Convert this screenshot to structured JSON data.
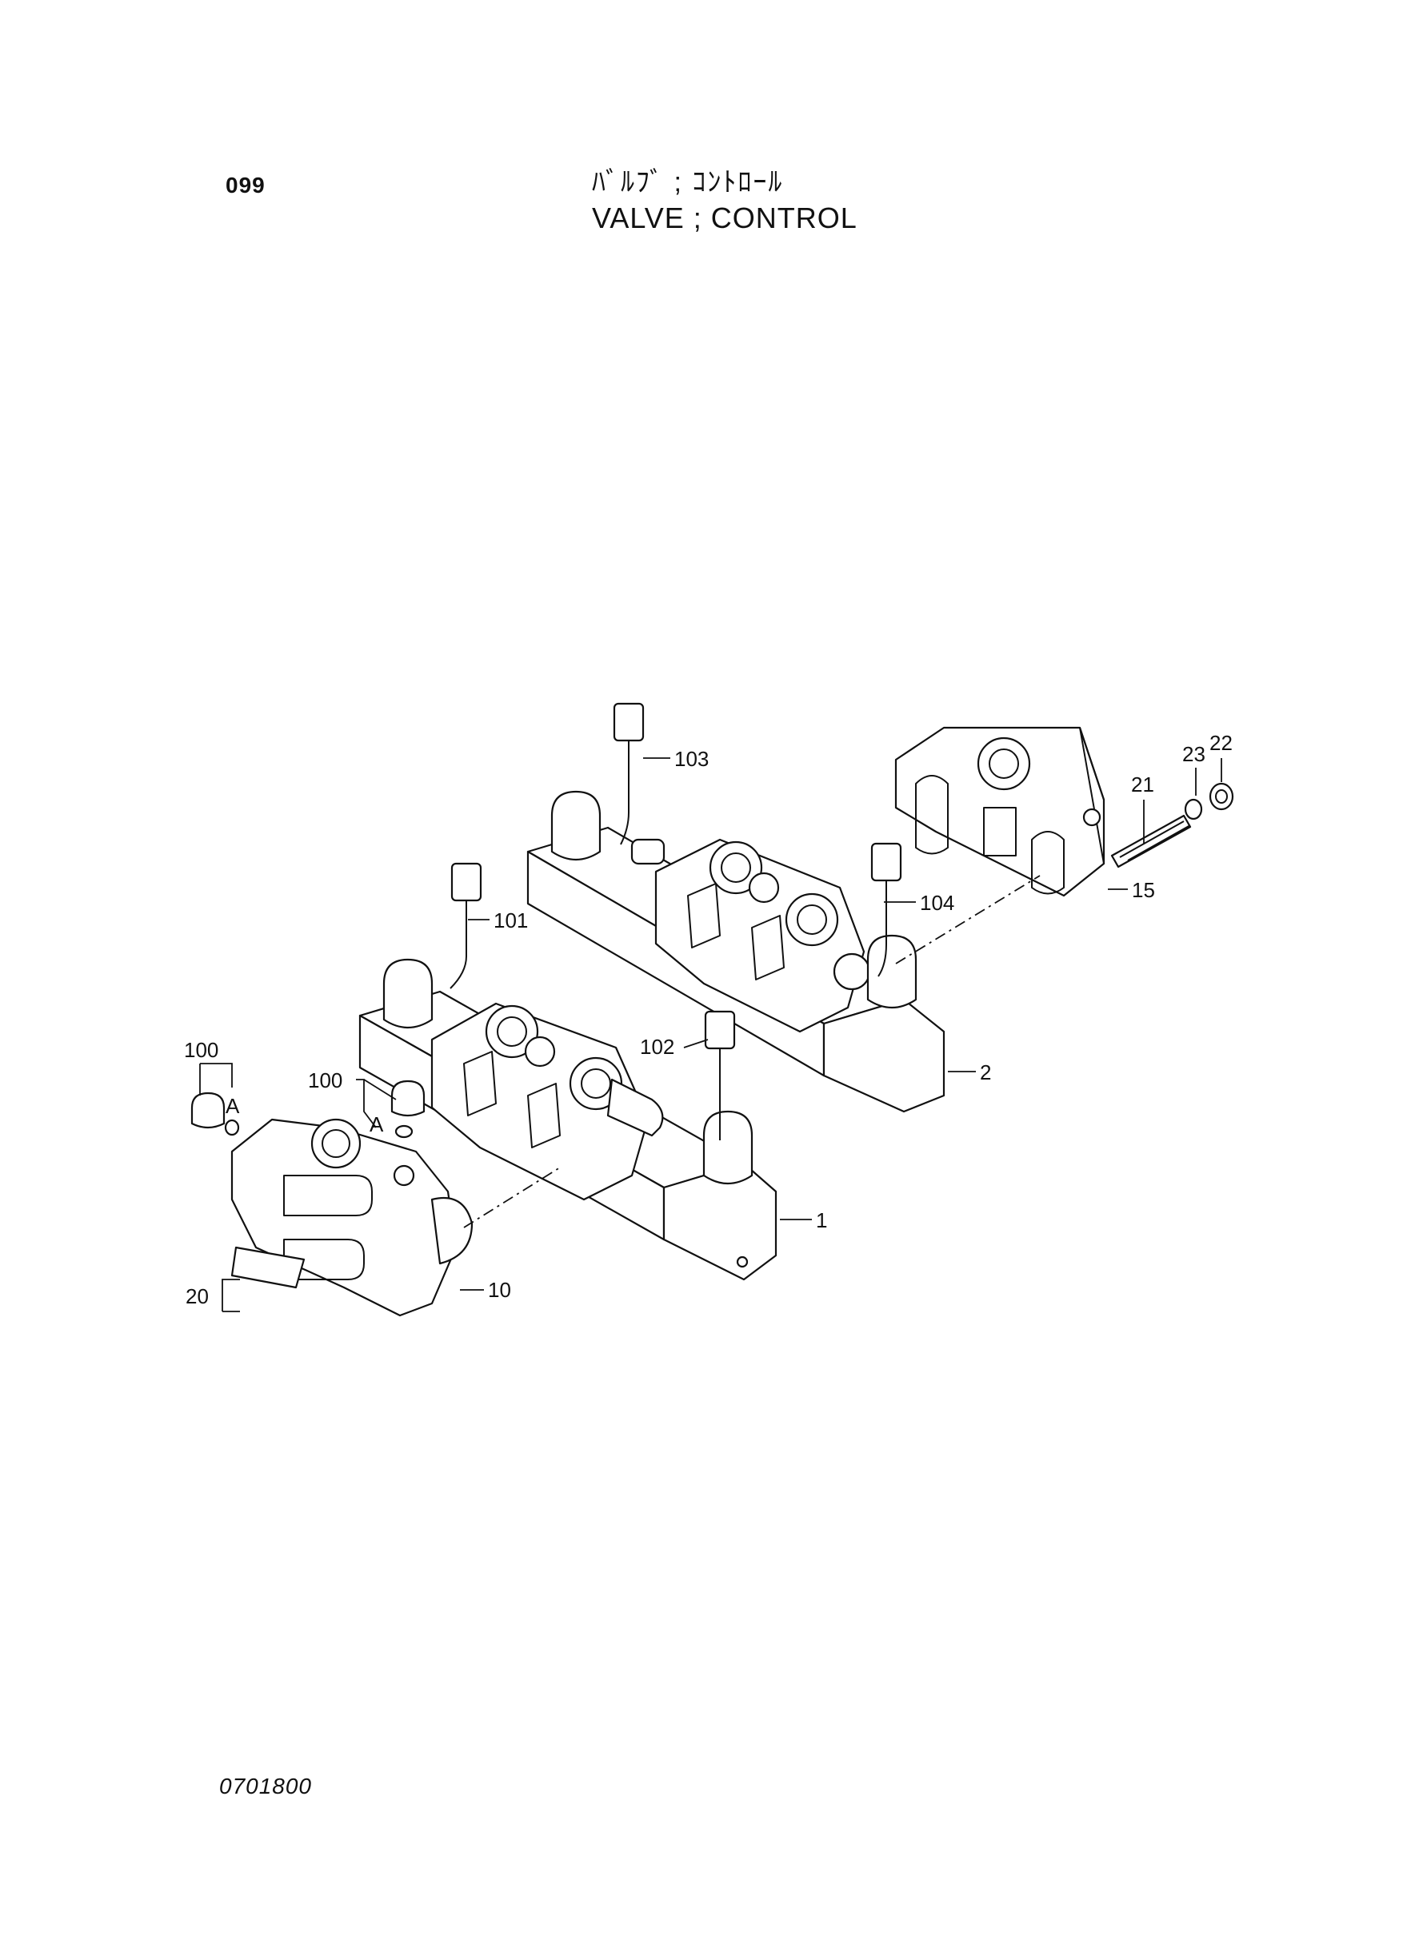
{
  "header": {
    "page_number": "099",
    "title_jp": "ﾊﾞﾙﾌﾞ ; ｺﾝﾄﾛｰﾙ",
    "title_en": "VALVE ; CONTROL"
  },
  "footer": {
    "figure_number": "0701800"
  },
  "callouts": [
    {
      "id": "c1",
      "label": "1"
    },
    {
      "id": "c2",
      "label": "2"
    },
    {
      "id": "c10",
      "label": "10"
    },
    {
      "id": "c15",
      "label": "15"
    },
    {
      "id": "c20",
      "label": "20"
    },
    {
      "id": "c21",
      "label": "21"
    },
    {
      "id": "c22",
      "label": "22"
    },
    {
      "id": "c23",
      "label": "23"
    },
    {
      "id": "c100a",
      "label": "100"
    },
    {
      "id": "c100b",
      "label": "100"
    },
    {
      "id": "c101",
      "label": "101"
    },
    {
      "id": "c102",
      "label": "102"
    },
    {
      "id": "c103",
      "label": "103"
    },
    {
      "id": "c104",
      "label": "104"
    },
    {
      "id": "cA1",
      "label": "A"
    },
    {
      "id": "cA2",
      "label": "A"
    }
  ]
}
